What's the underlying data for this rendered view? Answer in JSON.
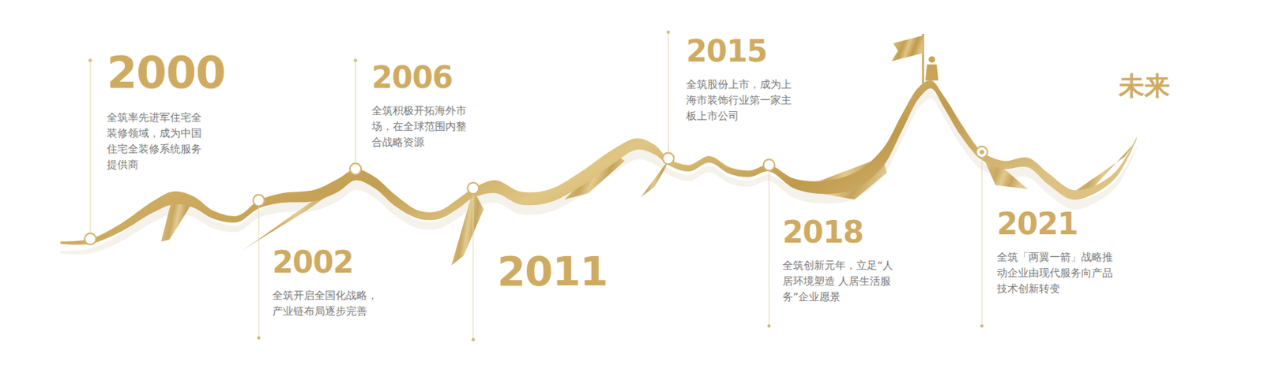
{
  "diagram": {
    "nodes": [
      {
        "text": [
          "2000",
          "全筑率先进军住宅全装修领域，成为中国住宅全装修系统服务提供商"
        ]
      },
      {
        "text": [
          "2002",
          "全筑开启全国化战略，产业链布局逐步完善"
        ]
      },
      {
        "text": [
          "2006",
          "全筑积极开拓海外市场，在全球范围内整合战略资源"
        ]
      },
      {
        "text": [
          "2011"
        ]
      },
      {
        "text": [
          "2015",
          "全筑股份上市，成为上海市装饰行业第一家主板上市公司"
        ]
      },
      {
        "text": [
          "2018",
          "全筑创新元年，立足“人居环境塑造 人居生活服务”企业愿景"
        ]
      },
      {
        "text": [
          "2021",
          "全筑「两翼一箭」战略推动企业由现代服务向产品技术创新转变"
        ]
      }
    ],
    "labels": [
      "未来"
    ]
  }
}
